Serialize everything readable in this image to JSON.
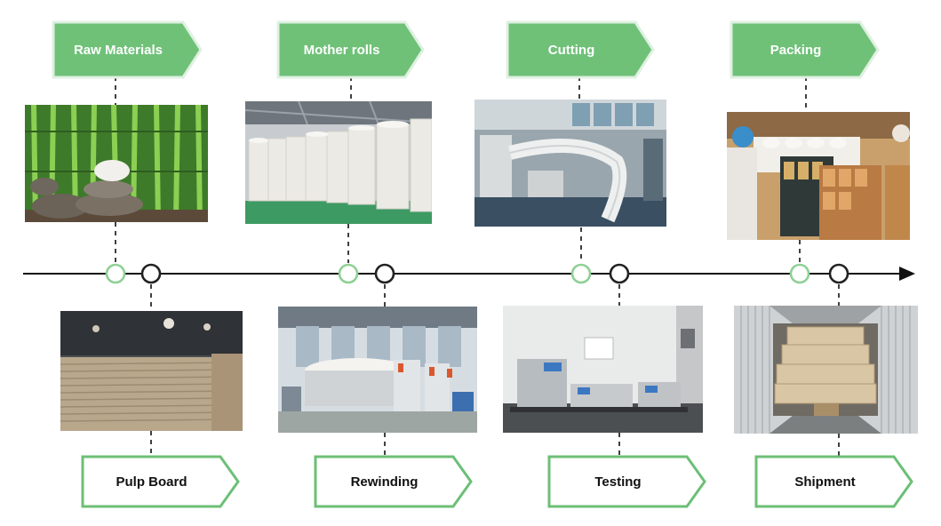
{
  "colors": {
    "accent_green": "#6fc178",
    "outline_green": "#5bb56a",
    "light_green": "#e6f4e8",
    "timeline": "#111111",
    "marker_dark": "#222222"
  },
  "top_steps": [
    {
      "label": "Raw Materials",
      "photo": "bamboo-stones-photo"
    },
    {
      "label": "Mother rolls",
      "photo": "paper-rolls-photo"
    },
    {
      "label": "Cutting",
      "photo": "cutting-conveyor-photo"
    },
    {
      "label": "Packing",
      "photo": "packing-workers-photo"
    }
  ],
  "bottom_steps": [
    {
      "label": "Pulp Board",
      "photo": "pulp-board-photo"
    },
    {
      "label": "Rewinding",
      "photo": "rewinding-machine-photo"
    },
    {
      "label": "Testing",
      "photo": "testing-lab-photo"
    },
    {
      "label": "Shipment",
      "photo": "container-shipment-photo"
    }
  ]
}
